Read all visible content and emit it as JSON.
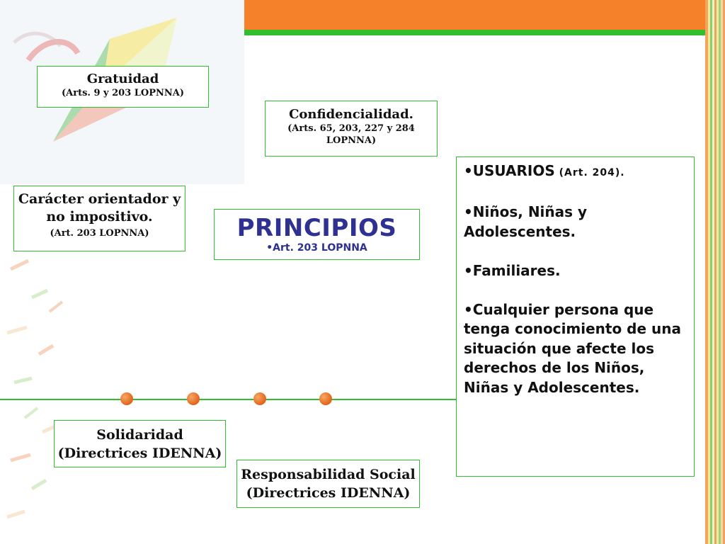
{
  "boxes": {
    "gratuidad": {
      "title": "Gratuidad",
      "ref": "(Arts. 9 y  203 LOPNNA)"
    },
    "confidencialidad": {
      "title": "Confidencialidad.",
      "ref_line1": "(Arts. 65, 203, 227 y 284",
      "ref_line2": "LOPNNA)"
    },
    "caracter": {
      "line1": "Carácter orientador y",
      "line2": "no impositivo.",
      "ref": "(Art. 203 LOPNNA)"
    },
    "principios": {
      "title": "PRINCIPIOS",
      "sub": "•Art. 203 LOPNNA"
    },
    "solidaridad": {
      "title": "Solidaridad",
      "sub": "(Directrices IDENNA)"
    },
    "responsabilidad": {
      "title": "Responsabilidad Social",
      "sub": "(Directrices IDENNA)"
    }
  },
  "usuarios": {
    "heading": "•USUARIOS",
    "heading_ref": " (Art. 204).",
    "items": [
      "•Niños, Niñas y Adolescentes.",
      "•Familiares.",
      "•Cualquier persona que tenga conocimiento de una situación que afecte los derechos de los Niños, Niñas y Adolescentes."
    ]
  },
  "colors": {
    "accent_orange": "#f5822a",
    "accent_green": "#2fbf2f",
    "title_blue": "#2e3192"
  }
}
